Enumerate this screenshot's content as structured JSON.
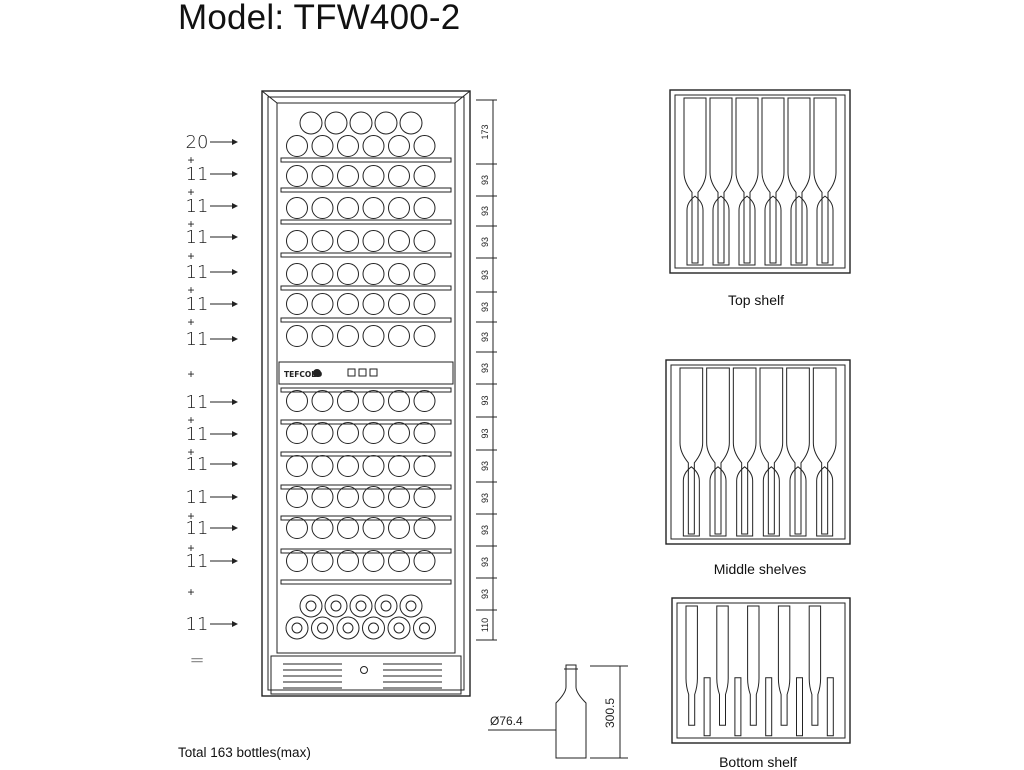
{
  "title": "Model: TFW400-2",
  "total": "Total 163 bottles(max)",
  "brand": "TEFCOLD",
  "captions": {
    "top": "Top shelf",
    "middle": "Middle shelves",
    "bottom": "Bottom shelf"
  },
  "rows": [
    {
      "count": "20",
      "plus_after": "+"
    },
    {
      "count": "11",
      "plus_after": "+"
    },
    {
      "count": "11",
      "plus_after": "+"
    },
    {
      "count": "11",
      "plus_after": "+"
    },
    {
      "count": "11",
      "plus_after": "+"
    },
    {
      "count": "11",
      "plus_after": "+"
    },
    {
      "count": "11",
      "plus_after": ""
    },
    {
      "count": "",
      "plus_after": "+"
    },
    {
      "count": "11",
      "plus_after": "+"
    },
    {
      "count": "11",
      "plus_after": "+"
    },
    {
      "count": "11",
      "plus_after": ""
    },
    {
      "count": "11",
      "plus_after": "+"
    },
    {
      "count": "11",
      "plus_after": "+"
    },
    {
      "count": "11",
      "plus_after": ""
    },
    {
      "count": "",
      "plus_after": "+"
    },
    {
      "count": "11",
      "plus_after": ""
    },
    {
      "count": "=",
      "plus_after": ""
    }
  ],
  "heights": [
    "173",
    "93",
    "93",
    "93",
    "93",
    "93",
    "93",
    "93",
    "93",
    "93",
    "93",
    "93",
    "93",
    "93",
    "93",
    "110"
  ],
  "bottle_dims": {
    "diameter": "Ø76.4",
    "height": "300.5"
  }
}
